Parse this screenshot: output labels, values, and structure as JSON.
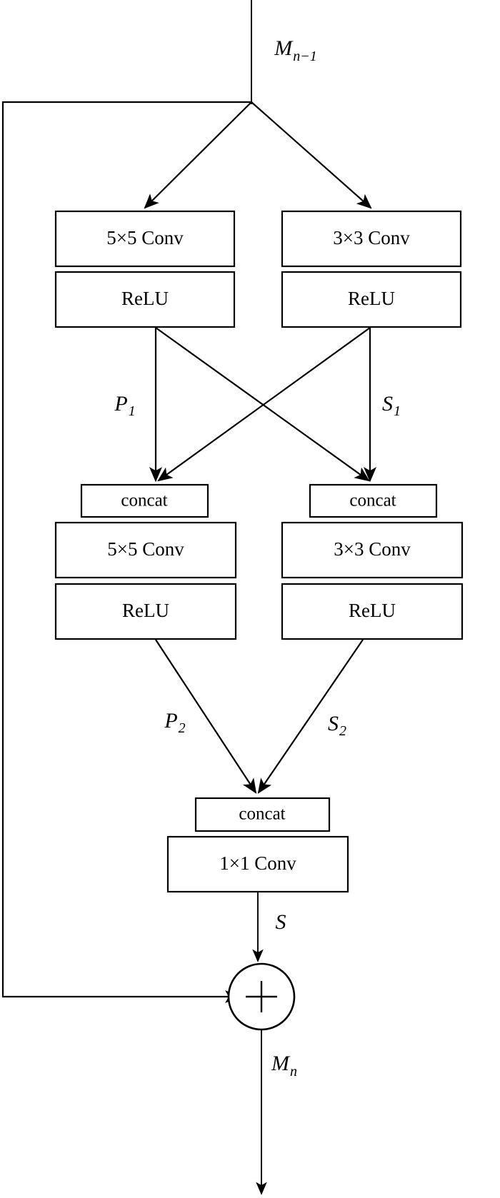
{
  "figure": {
    "type": "neural-network-block-diagram",
    "title": "",
    "background_color": "#ffffff",
    "line_color": "#000000"
  },
  "labels": {
    "input": {
      "base": "M",
      "sub": "n−1",
      "full": "M n−1"
    },
    "output": {
      "base": "M",
      "sub": "n",
      "full": "M n"
    },
    "p1": {
      "base": "P",
      "sub": "1",
      "full": "P1"
    },
    "s1": {
      "base": "S",
      "sub": "1",
      "full": "S1"
    },
    "p2": {
      "base": "P",
      "sub": "2",
      "full": "P2"
    },
    "s2": {
      "base": "S",
      "sub": "2",
      "full": "S2"
    },
    "s": {
      "base": "S",
      "sub": "",
      "full": "S"
    },
    "plus": "+"
  },
  "blocks": {
    "stage1_left_conv": "5×5  Conv",
    "stage1_left_relu": "ReLU",
    "stage1_right_conv": "3×3  Conv",
    "stage1_right_relu": "ReLU",
    "stage2_left_concat": "concat",
    "stage2_left_conv": "5×5  Conv",
    "stage2_left_relu": "ReLU",
    "stage2_right_concat": "concat",
    "stage2_right_conv": "3×3  Conv",
    "stage2_right_relu": "ReLU",
    "stage3_concat": "concat",
    "stage3_conv": "1×1  Conv"
  },
  "structure": {
    "branches": [
      "left-5x5",
      "right-3x3"
    ],
    "stages": 3,
    "skip_connection": true,
    "merge_operation": "+"
  }
}
